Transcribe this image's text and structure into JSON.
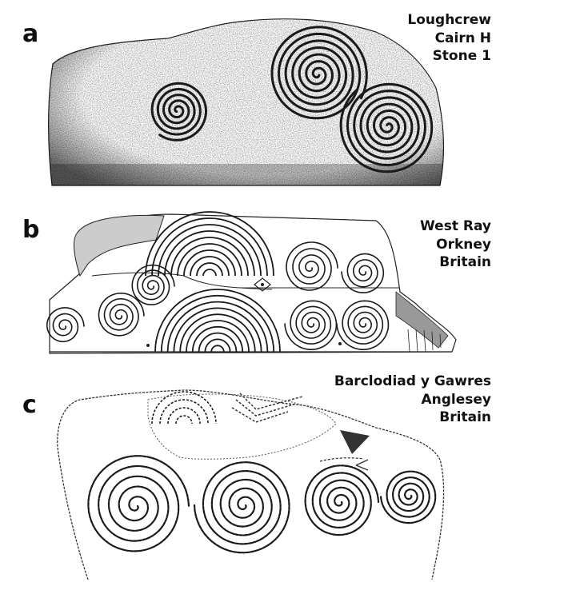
{
  "panels": [
    {
      "letter": "a",
      "caption": [
        "Loughcrew",
        "Cairn H",
        "Stone 1"
      ]
    },
    {
      "letter": "b",
      "caption": [
        "West Ray",
        "Orkney",
        "Britain"
      ]
    },
    {
      "letter": "c",
      "caption": [
        "Barclodiad y Gawres",
        "Anglesey",
        "Britain"
      ]
    }
  ],
  "colors": {
    "ink": "#1a1a1a",
    "paper": "#ffffff"
  }
}
